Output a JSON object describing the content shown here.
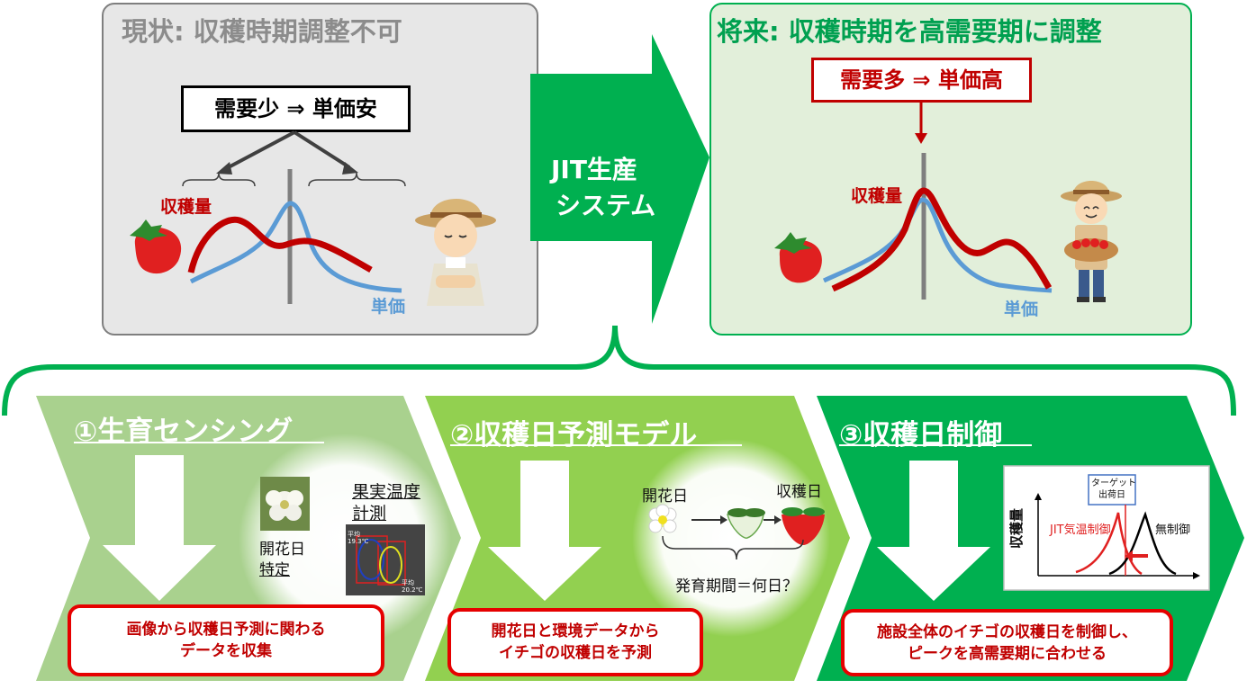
{
  "current": {
    "title": "現状: 収穫時期調整不可",
    "demand_box": "需要少 ⇒ 単価安",
    "harvest_label": "収穫量",
    "price_label": "単価"
  },
  "center": {
    "line1": "JIT生産",
    "line2": "システム"
  },
  "future": {
    "title": "将来: 収穫時期を高需要期に調整",
    "demand_box": "需要多 ⇒ 単価高",
    "harvest_label": "収穫量",
    "price_label": "単価"
  },
  "steps": [
    {
      "title": "①生育センシング",
      "label_flower_day": "開花日",
      "label_identify": "特定",
      "label_fruit_temp": "果実温度",
      "label_measure": "計測",
      "thermal_top": "平均\n19.3℃",
      "thermal_bottom": "平均\n20.2℃",
      "result_line1": "画像から収穫日予測に関わる",
      "result_line2": "データを収集"
    },
    {
      "title": "②収穫日予測モデル",
      "label_flower": "開花日",
      "label_harvest": "収穫日",
      "label_period": "発育期間＝何日？",
      "result_line1": "開花日と環境データから",
      "result_line2": "イチゴの収穫日を予測"
    },
    {
      "title": "③収穫日制御",
      "chart_ylabel": "収穫量",
      "chart_target": "ターゲット\n出荷日",
      "chart_jit": "JIT気温制御",
      "chart_nocontrol": "無制御",
      "result_line1": "施設全体のイチゴの収穫日を制御し、",
      "result_line2": "ピークを高需要期に合わせる"
    }
  ],
  "colors": {
    "green_dark": "#00b050",
    "green_mid": "#92d050",
    "green_light": "#a9d18e",
    "red": "#c00000",
    "blue": "#5b9bd5",
    "gray_panel": "#e6e6e6",
    "green_panel": "#e2efda"
  }
}
